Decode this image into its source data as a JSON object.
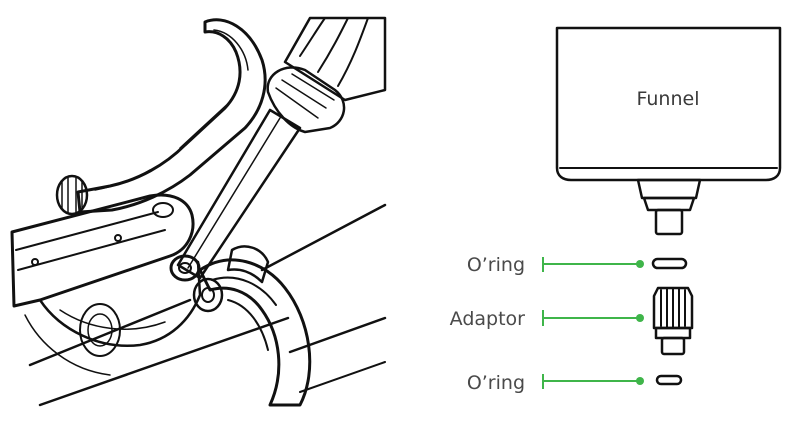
{
  "funnel": {
    "label": "Funnel"
  },
  "callouts": [
    {
      "label": "O’ring"
    },
    {
      "label": "Adaptor"
    },
    {
      "label": "O’ring"
    }
  ],
  "colors": {
    "leader": "#3fb54a",
    "line": "#111111",
    "text": "#4a4a4a"
  },
  "icons": [
    "brake-lever-illustration",
    "hex-key-icon",
    "funnel-icon",
    "oring-icon",
    "adaptor-icon"
  ]
}
